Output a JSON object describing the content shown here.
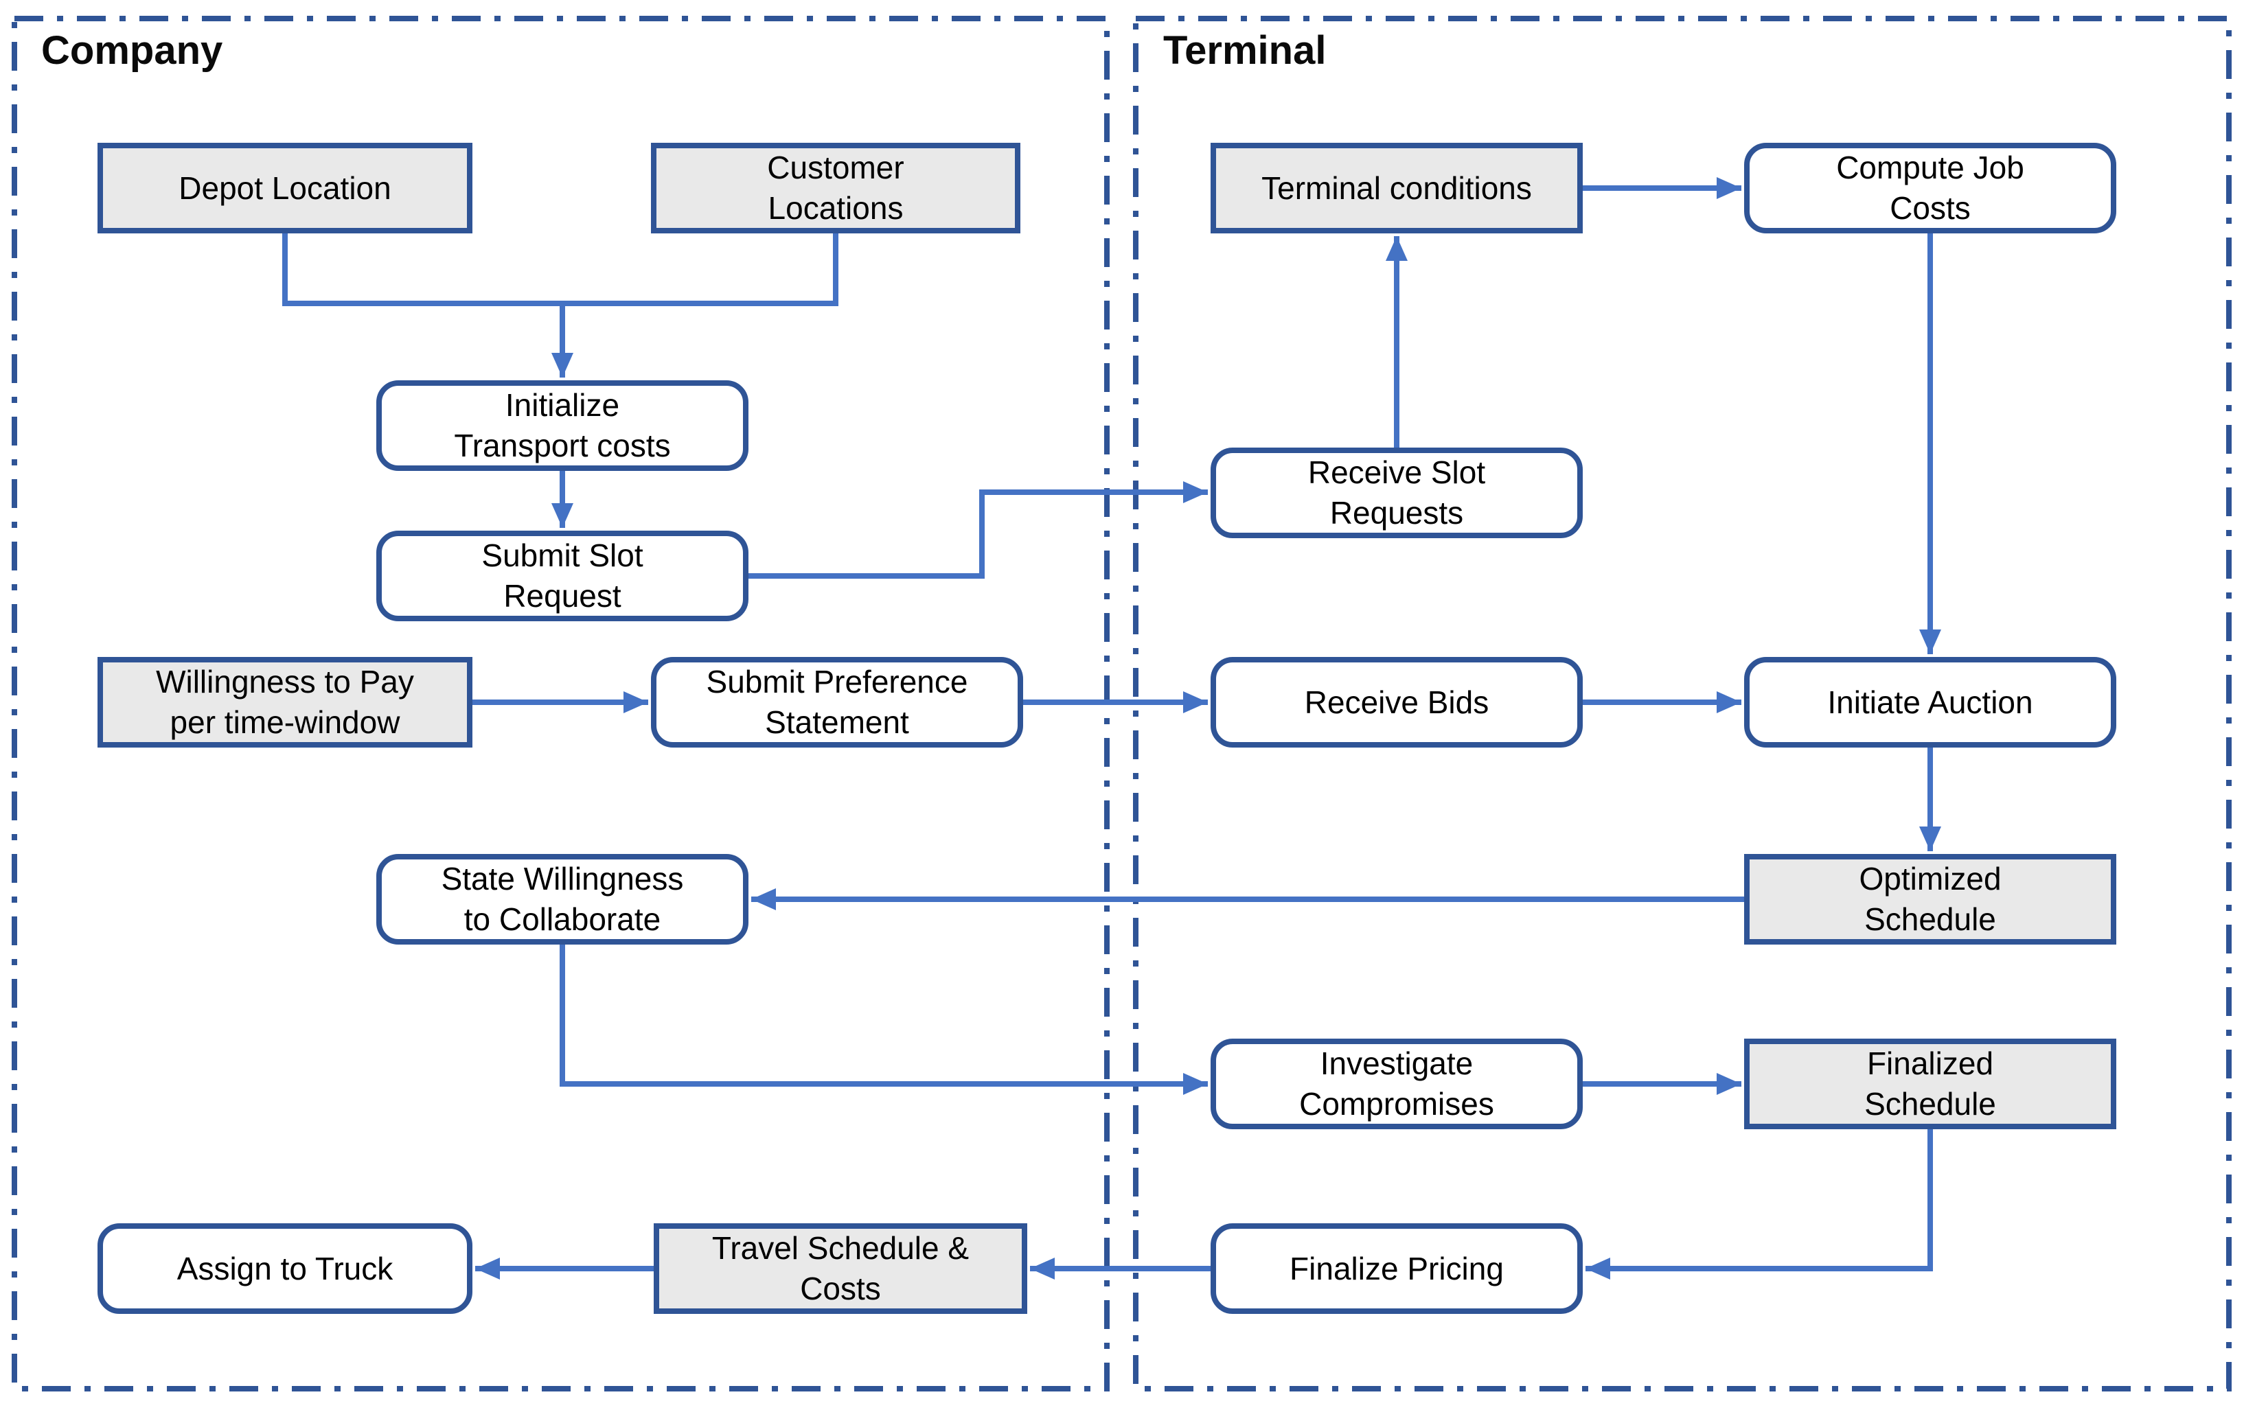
{
  "diagram": {
    "type": "flowchart",
    "lanes": [
      {
        "id": "company",
        "label": "Company"
      },
      {
        "id": "terminal",
        "label": "Terminal"
      }
    ],
    "nodes": [
      {
        "id": "depot-location",
        "label": "Depot Location",
        "kind": "data",
        "lane": "company"
      },
      {
        "id": "customer-locations",
        "label": "Customer\nLocations",
        "kind": "data",
        "lane": "company"
      },
      {
        "id": "terminal-conditions",
        "label": "Terminal conditions",
        "kind": "data",
        "lane": "terminal"
      },
      {
        "id": "compute-job-costs",
        "label": "Compute Job\nCosts",
        "kind": "process",
        "lane": "terminal"
      },
      {
        "id": "initialize-transport-costs",
        "label": "Initialize\nTransport costs",
        "kind": "process",
        "lane": "company"
      },
      {
        "id": "submit-slot-request",
        "label": "Submit Slot\nRequest",
        "kind": "process",
        "lane": "company"
      },
      {
        "id": "receive-slot-requests",
        "label": "Receive Slot\nRequests",
        "kind": "process",
        "lane": "terminal"
      },
      {
        "id": "willingness-to-pay",
        "label": "Willingness to Pay\nper time-window",
        "kind": "data",
        "lane": "company"
      },
      {
        "id": "submit-preference-statement",
        "label": "Submit Preference\nStatement",
        "kind": "process",
        "lane": "company"
      },
      {
        "id": "receive-bids",
        "label": "Receive Bids",
        "kind": "process",
        "lane": "terminal"
      },
      {
        "id": "initiate-auction",
        "label": "Initiate Auction",
        "kind": "process",
        "lane": "terminal"
      },
      {
        "id": "state-willingness-to-collaborate",
        "label": "State Willingness\nto Collaborate",
        "kind": "process",
        "lane": "company"
      },
      {
        "id": "optimized-schedule",
        "label": "Optimized\nSchedule",
        "kind": "data",
        "lane": "terminal"
      },
      {
        "id": "investigate-compromises",
        "label": "Investigate\nCompromises",
        "kind": "process",
        "lane": "terminal"
      },
      {
        "id": "finalized-schedule",
        "label": "Finalized\nSchedule",
        "kind": "data",
        "lane": "terminal"
      },
      {
        "id": "assign-to-truck",
        "label": "Assign to Truck",
        "kind": "process",
        "lane": "company"
      },
      {
        "id": "travel-schedule-costs",
        "label": "Travel Schedule &\nCosts",
        "kind": "data",
        "lane": "company"
      },
      {
        "id": "finalize-pricing",
        "label": "Finalize Pricing",
        "kind": "process",
        "lane": "terminal"
      }
    ],
    "connectors": [
      {
        "from": "depot-location",
        "to": "initialize-transport-costs"
      },
      {
        "from": "customer-locations",
        "to": "initialize-transport-costs"
      },
      {
        "from": "initialize-transport-costs",
        "to": "submit-slot-request"
      },
      {
        "from": "submit-slot-request",
        "to": "receive-slot-requests"
      },
      {
        "from": "receive-slot-requests",
        "to": "terminal-conditions"
      },
      {
        "from": "terminal-conditions",
        "to": "compute-job-costs"
      },
      {
        "from": "compute-job-costs",
        "to": "initiate-auction"
      },
      {
        "from": "willingness-to-pay",
        "to": "submit-preference-statement"
      },
      {
        "from": "submit-preference-statement",
        "to": "receive-bids"
      },
      {
        "from": "receive-bids",
        "to": "initiate-auction"
      },
      {
        "from": "initiate-auction",
        "to": "optimized-schedule"
      },
      {
        "from": "optimized-schedule",
        "to": "state-willingness-to-collaborate"
      },
      {
        "from": "state-willingness-to-collaborate",
        "to": "investigate-compromises"
      },
      {
        "from": "investigate-compromises",
        "to": "finalized-schedule"
      },
      {
        "from": "finalized-schedule",
        "to": "finalize-pricing"
      },
      {
        "from": "finalize-pricing",
        "to": "travel-schedule-costs"
      },
      {
        "from": "travel-schedule-costs",
        "to": "assign-to-truck"
      }
    ],
    "colors": {
      "node_border": "#2f5496",
      "lane_border": "#2f5496",
      "connector_blue": "#4472c4",
      "data_box_fill": "#e9e9e9",
      "process_box_fill": "#ffffff",
      "text": "#000000"
    }
  }
}
